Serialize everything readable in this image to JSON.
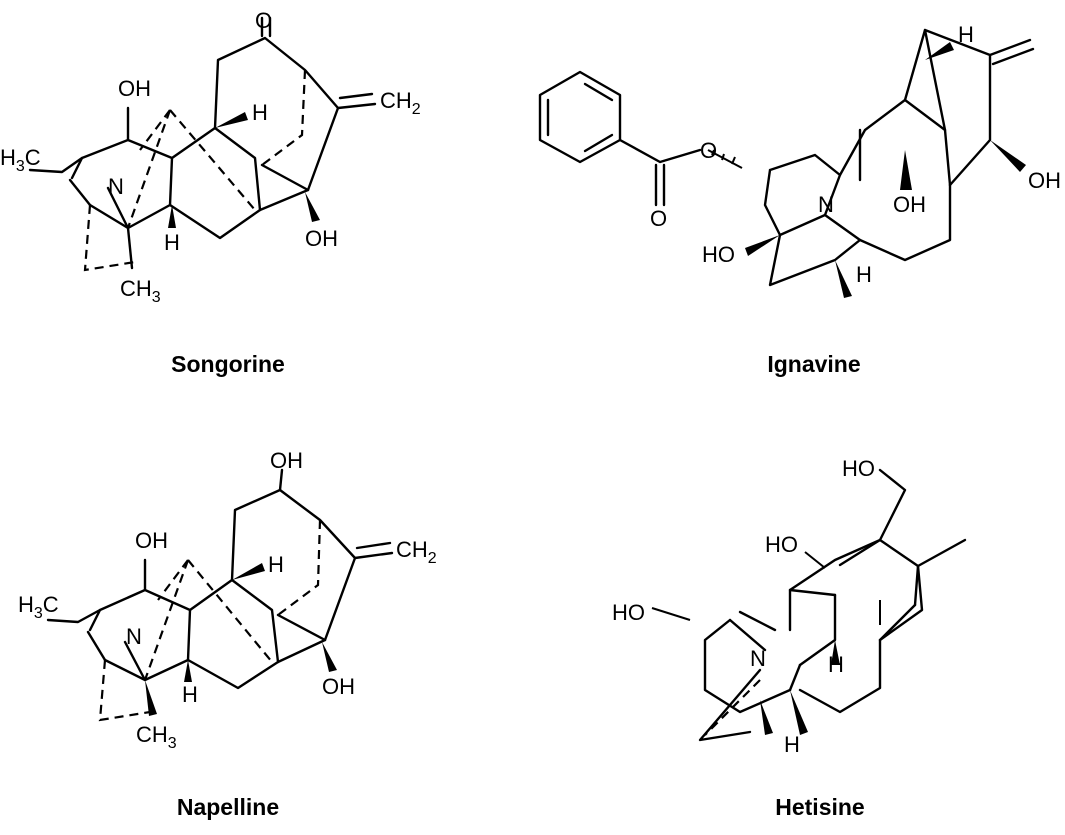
{
  "figure": {
    "compounds": [
      {
        "name": "Songorine",
        "labels": {
          "oxo": "O",
          "oh_top": "OH",
          "methylene": "CH",
          "methylene_sub": "2",
          "h_ring": "H",
          "methyl_left": "H",
          "methyl_left_sub": "3",
          "methyl_left_c": "C",
          "nitrogen": "N",
          "h_lower": "H",
          "oh_lower": "OH",
          "methyl_bottom": "CH",
          "methyl_bottom_sub": "3"
        }
      },
      {
        "name": "Ignavine",
        "labels": {
          "ester_o": "O",
          "carbonyl_o": "O",
          "h_top": "H",
          "oh_right": "OH",
          "nitrogen": "N",
          "oh_center": "OH",
          "oh_left": "HO",
          "h_lower": "H"
        }
      },
      {
        "name": "Napelline",
        "labels": {
          "oh_top": "OH",
          "oh_left": "OH",
          "methylene": "CH",
          "methylene_sub": "2",
          "h_ring": "H",
          "methyl_left": "H",
          "methyl_left_sub": "3",
          "methyl_left_c": "C",
          "nitrogen": "N",
          "h_lower": "H",
          "oh_lower": "OH",
          "methyl_bottom": "CH",
          "methyl_bottom_sub": "3"
        }
      },
      {
        "name": "Hetisine",
        "labels": {
          "oh_top": "HO",
          "oh_mid": "HO",
          "oh_left": "HO",
          "nitrogen": "N",
          "h_center": "H",
          "h_lower": "H"
        }
      }
    ]
  }
}
